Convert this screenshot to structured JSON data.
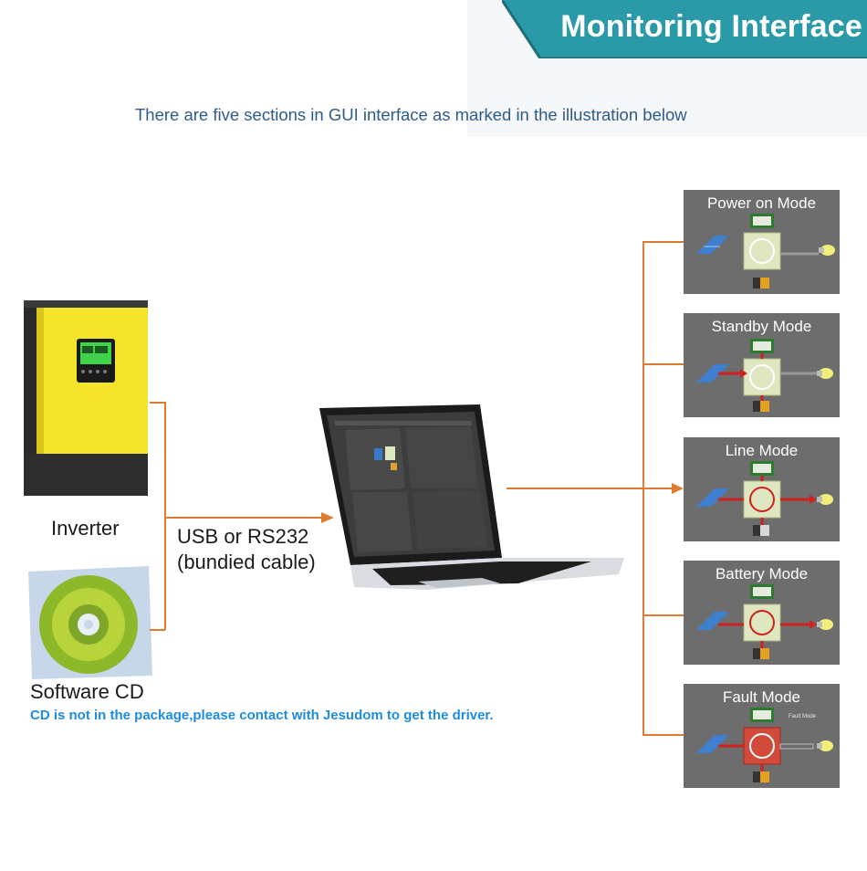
{
  "header": {
    "title": "Monitoring Interface"
  },
  "subtitle": "There are five sections in GUI interface as marked in the illustration below",
  "inverter": {
    "label": "Inverter"
  },
  "cable": {
    "line1": "USB or RS232",
    "line2": "(bundied cable)"
  },
  "software_cd": {
    "label": "Software CD",
    "note": "CD is not in the package,please contact with Jesudom to get the driver."
  },
  "modes": [
    {
      "title": "Power on Mode"
    },
    {
      "title": "Standby Mode"
    },
    {
      "title": "Line Mode"
    },
    {
      "title": "Battery Mode"
    },
    {
      "title": "Fault Mode",
      "small_label": "Fault Mode"
    }
  ],
  "colors": {
    "banner": "#2a9aa8",
    "connector": "#e07b30",
    "panel": "#6d6d6d",
    "subtitle": "#2e5c8a",
    "note": "#1e8ce0"
  },
  "icons": [
    "solar-panel-icon",
    "grid-icon",
    "inverter-icon",
    "lightbulb-icon",
    "battery-icon"
  ]
}
